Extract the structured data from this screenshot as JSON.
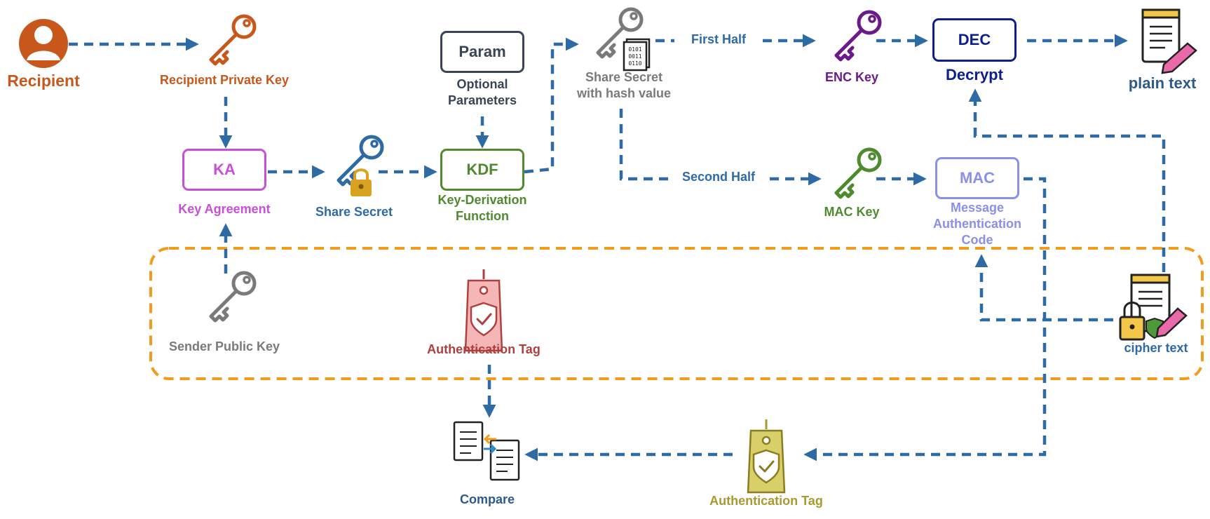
{
  "colors": {
    "arrow": "#2e6aa3",
    "recipient": "#c8571b",
    "ka": "#c84fd8",
    "share_secret": "#2e6aa3",
    "kdf": "#4e8a2e",
    "param": "#3a4455",
    "hash": "#7a7a7a",
    "enc_key": "#6a1a8a",
    "dec": "#0d1f8a",
    "mac": "#8a8fe8",
    "mac_key": "#4e8a2e",
    "sender": "#7a7a7a",
    "auth_tag_inner": "#b04040",
    "auth_tag_outer": "#a89a30",
    "compare": "#2e5a8a",
    "plain": "#2e5a8a",
    "cipher": "#2e6aa3",
    "dashed_region": "#f39b1c"
  },
  "nodes": {
    "recipient": {
      "label": "Recipient",
      "icon": "person-icon"
    },
    "recipient_private_key": {
      "label": "Recipient Private Key",
      "icon": "key-icon"
    },
    "ka": {
      "box": "KA",
      "label": "Key Agreement"
    },
    "share_secret": {
      "label": "Share Secret",
      "icon": "key-lock-icon"
    },
    "param": {
      "box": "Param",
      "label_line1": "Optional",
      "label_line2": "Parameters"
    },
    "kdf": {
      "box": "KDF",
      "label_line1": "Key-Derivation",
      "label_line2": "Function"
    },
    "hash": {
      "label_line1": "Share Secret",
      "label_line2": "with hash value",
      "icon": "key-hash-icon"
    },
    "first_half": "First Half",
    "second_half": "Second Half",
    "enc_key": {
      "label": "ENC Key",
      "icon": "key-icon"
    },
    "dec": {
      "box": "DEC",
      "label": "Decrypt"
    },
    "plain_text": {
      "label": "plain text",
      "icon": "document-pencil-icon"
    },
    "mac_key": {
      "label": "MAC Key",
      "icon": "key-icon"
    },
    "mac": {
      "box": "MAC",
      "label_line1": "Message",
      "label_line2": "Authentication",
      "label_line3": "Code"
    },
    "sender_public_key": {
      "label": "Sender Public Key",
      "icon": "key-icon"
    },
    "auth_tag_inner": {
      "label": "Authentication Tag",
      "icon": "tag-shield-icon"
    },
    "cipher_text": {
      "label": "cipher text",
      "icon": "document-lock-icon"
    },
    "compare": {
      "label": "Compare",
      "icon": "compare-documents-icon"
    },
    "auth_tag_outer": {
      "label": "Authentication Tag",
      "icon": "tag-shield-icon"
    }
  }
}
